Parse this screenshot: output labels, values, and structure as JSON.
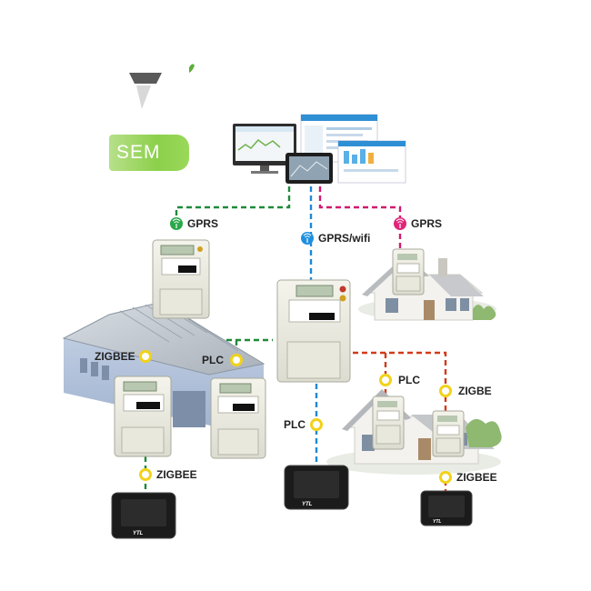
{
  "logo": {
    "text": "SEM"
  },
  "labels": {
    "gprs_left": "GPRS",
    "gprs_wifi": "GPRS/wifi",
    "gprs_right": "GPRS",
    "zigbee_factory": "ZIGBEE",
    "plc_factory": "PLC",
    "plc_center": "PLC",
    "plc_house": "PLC",
    "zigbee_house": "ZIGBE",
    "zigbee_lower_left": "ZIGBEE",
    "zigbee_lower_right": "ZIGBEE"
  },
  "display_brand": "YTL",
  "colors": {
    "green_link": "#1f8a3a",
    "blue_link": "#1e88d6",
    "magenta_link": "#d01a6e",
    "red_link": "#d23a1a",
    "antenna_green": "#2aa84a",
    "antenna_blue": "#1e90e0",
    "antenna_magenta": "#e0257a",
    "coupler_yellow": "#f2d21a"
  }
}
